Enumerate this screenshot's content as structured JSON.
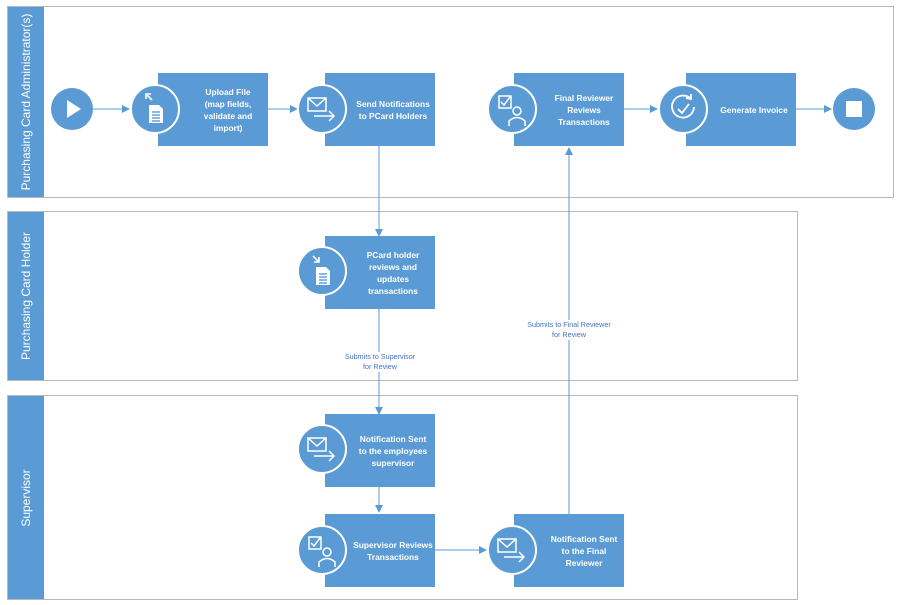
{
  "lanes": {
    "administrator": "Purchasing Card Administrator(s)",
    "cardholder": "Purchasing Card Holder",
    "supervisor": "Supervisor"
  },
  "tasks": {
    "upload_file": [
      "Upload File",
      "(map fields,",
      "validate and",
      "import)"
    ],
    "send_notifications": [
      "Send Notifications",
      "to PCard Holders"
    ],
    "final_reviewer": [
      "Final Reviewer",
      "Reviews",
      "Transactions"
    ],
    "generate_invoice": [
      "Generate Invoice"
    ],
    "pcard_holder_reviews": [
      "PCard holder",
      "reviews and",
      "updates",
      "transactions"
    ],
    "notification_supervisor": [
      "Notification Sent",
      "to the employees",
      "supervisor"
    ],
    "supervisor_reviews": [
      "Supervisor Reviews",
      "Transactions"
    ],
    "notification_final": [
      "Notification Sent",
      "to the Final",
      "Reviewer"
    ]
  },
  "edge_labels": {
    "submit_supervisor": [
      "Submits to Supervisor",
      "for Review"
    ],
    "submit_final": [
      "Submits to Final Reviewer",
      "for Review"
    ]
  },
  "icons": {
    "upload": "document-upload-icon",
    "mail": "mail-send-icon",
    "reviewer": "reviewer-checklist-icon",
    "invoice": "refresh-check-icon",
    "download": "document-download-icon",
    "start": "play-icon",
    "end": "stop-icon"
  },
  "colors": {
    "accent": "#5b9bd5",
    "flow": "#5b9bd5",
    "label": "#4472c4"
  }
}
